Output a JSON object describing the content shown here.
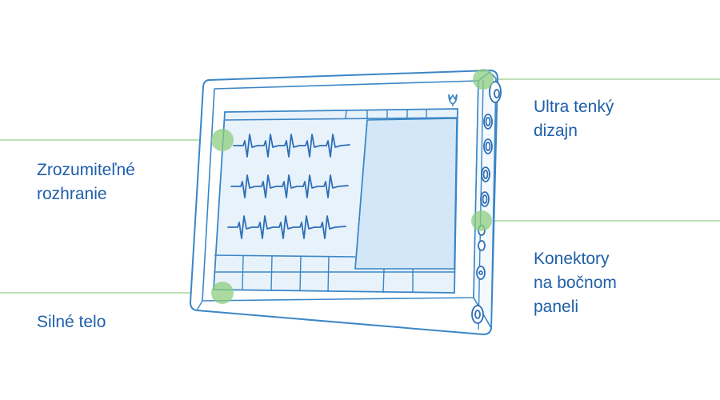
{
  "callouts": {
    "interface": {
      "lines": [
        "Zrozumiteľné",
        "rozhranie"
      ]
    },
    "body": {
      "lines": [
        "Silné telo"
      ]
    },
    "thin_design": {
      "lines": [
        "Ultra tenký",
        "dizajn"
      ]
    },
    "connectors": {
      "lines": [
        "Konektory",
        "na bočnom",
        "paneli"
      ]
    }
  },
  "colors": {
    "outline": "#3b86c6",
    "screen_fill": "#e4f0fa",
    "panel_fill": "#d2e6f7",
    "callout_line": "#9fd398",
    "callout_dot": "#8dcd7f",
    "text": "#1f5fa8"
  },
  "icons": {
    "brand": "tulip-logo-icon",
    "side_buttons": "connector-port-icon",
    "waveform": "ecg-waveform-icon"
  }
}
